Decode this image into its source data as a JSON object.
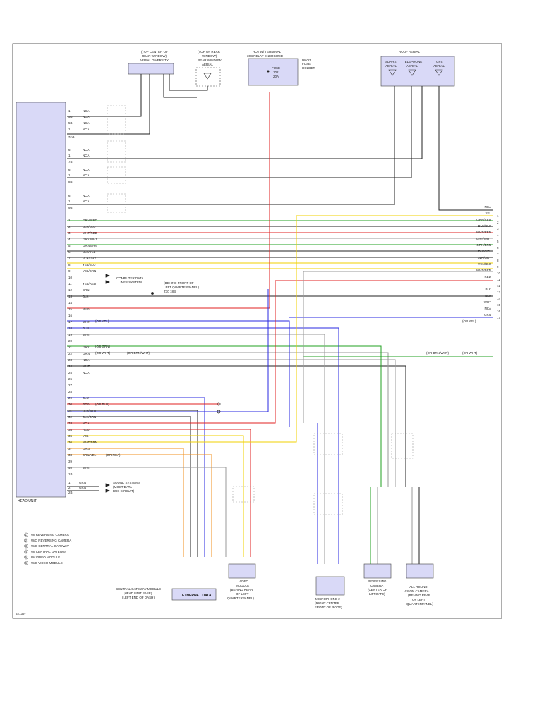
{
  "diagram_id": "621397",
  "head_unit": {
    "label": "HEAD UNIT"
  },
  "top_components": {
    "antenna_diversity": {
      "label1": "(TOP CENTER OF",
      "label2": "REAR WINDOW)",
      "label3": "AERIAL DIVERSITY"
    },
    "rear_window_aerial": {
      "label1": "(TOP OF REAR",
      "label2": "WINDOW)",
      "label3": "REAR WINDOW",
      "label4": "AERIAL"
    },
    "fuse": {
      "label1": "HOT W/ TERMINAL",
      "label2": "30B RELAY ENERGIZED",
      "fuse_label": "FUSE",
      "fuse_num": "102",
      "fuse_amp": "20A",
      "holder1": "REAR",
      "holder2": "FUSE",
      "holder3": "HOLDER"
    },
    "roof_aerial": {
      "label": "ROOF AERIAL",
      "sdars1": "SDARS",
      "sdars2": "AERIAL",
      "tel1": "TELEPHONE",
      "tel2": "AERIAL",
      "gps1": "GPS",
      "gps2": "AERIAL"
    }
  },
  "hu_upper_rows": [
    {
      "pin": "5B",
      "wire": "NCA"
    },
    {
      "pin": "1",
      "wire": "NCA"
    },
    {
      "pin": "5B",
      "wire": "NCA"
    },
    {
      "pin": "1",
      "wire": "NCA"
    },
    {
      "pin": "7AB",
      "wire": ""
    },
    {
      "pin": "6",
      "wire": "NCA"
    },
    {
      "pin": "1",
      "wire": "NCA"
    },
    {
      "pin": "7B",
      "wire": ""
    },
    {
      "pin": "6",
      "wire": "NCA"
    },
    {
      "pin": "1",
      "wire": "NCA"
    },
    {
      "pin": "8B",
      "wire": ""
    },
    {
      "pin": "6",
      "wire": "NCA"
    },
    {
      "pin": "1",
      "wire": "NCA"
    },
    {
      "pin": "9B",
      "wire": ""
    }
  ],
  "hu_rows": [
    {
      "pin": "1",
      "wire": "GRN/RED"
    },
    {
      "pin": "2",
      "wire": "BLK/BLU"
    },
    {
      "pin": "3",
      "wire": "WHT/RED"
    },
    {
      "pin": "4",
      "wire": "GRY/WHT"
    },
    {
      "pin": "5",
      "wire": "GRN/BRN"
    },
    {
      "pin": "6",
      "wire": "BLK/YEL"
    },
    {
      "pin": "7",
      "wire": "BLK/GRY"
    },
    {
      "pin": "8",
      "wire": "YEL/BLU"
    },
    {
      "pin": "9",
      "wire": "YEL/BRN"
    },
    {
      "pin": "10",
      "wire": ""
    },
    {
      "pin": "11",
      "wire": "YEL/RED"
    },
    {
      "pin": "12",
      "wire": "BRN"
    },
    {
      "pin": "13",
      "wire": "BLK"
    },
    {
      "pin": "14",
      "wire": ""
    },
    {
      "pin": "15",
      "wire": "RED"
    },
    {
      "pin": "16",
      "wire": ""
    },
    {
      "pin": "17",
      "wire": "WHT"
    },
    {
      "pin": "18",
      "wire": "BLU"
    },
    {
      "pin": "19",
      "wire": "WHT"
    },
    {
      "pin": "20",
      "wire": ""
    },
    {
      "pin": "21",
      "wire": "GRY"
    },
    {
      "pin": "22",
      "wire": "GRN"
    },
    {
      "pin": "23",
      "wire": "NCA"
    },
    {
      "pin": "24",
      "wire": "WHT"
    },
    {
      "pin": "25",
      "wire": "NCA"
    },
    {
      "pin": "26",
      "wire": ""
    },
    {
      "pin": "27",
      "wire": ""
    },
    {
      "pin": "28",
      "wire": ""
    },
    {
      "pin": "29",
      "wire": "BLU"
    },
    {
      "pin": "30",
      "wire": "RED"
    },
    {
      "pin": "31",
      "wire": "BLK/WHT"
    },
    {
      "pin": "32",
      "wire": "BLK/BRN"
    },
    {
      "pin": "33",
      "wire": "NCA"
    },
    {
      "pin": "34",
      "wire": "RED"
    },
    {
      "pin": "35",
      "wire": "YEL"
    },
    {
      "pin": "36",
      "wire": "WHT/BRN"
    },
    {
      "pin": "37",
      "wire": "ORG"
    },
    {
      "pin": "38",
      "wire": "BRN/YEL"
    },
    {
      "pin": "39",
      "wire": ""
    },
    {
      "pin": "40",
      "wire": "WHT"
    },
    {
      "pin": "1B",
      "wire": ""
    }
  ],
  "hu_bottom_rows": [
    {
      "pin": "1",
      "wire": "GRN"
    },
    {
      "pin": "2",
      "wire": "GRN"
    },
    {
      "pin": "2B",
      "wire": ""
    }
  ],
  "row_notes": {
    "r17": "(OR YEL)",
    "r21": "(OR GRN)",
    "r22a": "(OR WHT)",
    "r22b": "(OR BRN/WHT)",
    "r30": "(OR BLU)",
    "r38": "(OR NCA)"
  },
  "computer_data": {
    "line1": "COMPUTER DATA",
    "line2": "LINES SYSTEM"
  },
  "ground": {
    "line1": "(BEHIND FRONT OF",
    "line2": "LEFT QUARTERPANEL)",
    "line3": "Z10 18B"
  },
  "sound_systems": {
    "line1": "SOUND SYSTEMS",
    "line2": "(MOST DATA",
    "line3": "BUS CIRCUIT)"
  },
  "right_side": [
    {
      "num": "",
      "wire": "NCA"
    },
    {
      "num": "1",
      "wire": "YEL"
    },
    {
      "num": "2",
      "wire": "GRN/RED"
    },
    {
      "num": "3",
      "wire": "BLK/BLU"
    },
    {
      "num": "4",
      "wire": "WHT/RED"
    },
    {
      "num": "5",
      "wire": "GRY/WHT"
    },
    {
      "num": "6",
      "wire": "GRN/BRN"
    },
    {
      "num": "7",
      "wire": "BLK/YEL"
    },
    {
      "num": "8",
      "wire": "BLK/GRY"
    },
    {
      "num": "9",
      "wire": "YEL/BLU"
    },
    {
      "num": "10",
      "wire": "WHT/BRN"
    },
    {
      "num": "11",
      "wire": "RED"
    },
    {
      "num": "12",
      "wire": ""
    },
    {
      "num": "13",
      "wire": "BLK"
    },
    {
      "num": "14",
      "wire": "BLU"
    },
    {
      "num": "15",
      "wire": "WHT"
    },
    {
      "num": "16",
      "wire": "NCA"
    },
    {
      "num": "17",
      "wire": "GRN"
    }
  ],
  "right_notes": {
    "or_yel": "(OR YEL)",
    "or_brn_wht": "(OR BRN/WHT)",
    "or_wht": "(OR WHT)"
  },
  "legend": [
    {
      "num": "1",
      "text": "W/ REVERSING CAMERA"
    },
    {
      "num": "2",
      "text": "W/O REVERSING CAMERA"
    },
    {
      "num": "3",
      "text": "W/O CENTRAL GATEWAY"
    },
    {
      "num": "4",
      "text": "W/ CENTRAL GATEWAY"
    },
    {
      "num": "5",
      "text": "W/ VIDEO MODULE"
    },
    {
      "num": "6",
      "text": "W/O VIDEO MODULE"
    }
  ],
  "bottom_modules": {
    "gateway": {
      "label1": "CENTRAL GATEWAY MODULE",
      "label2": "(HEAD UNIT BASE)",
      "label3": "(LEFT END OF DASH)",
      "inner": "ETHERNET DATA"
    },
    "video": {
      "label1": "VIDEO",
      "label2": "MODULE",
      "label3": "(BEHIND REAR",
      "label4": "OF LEFT",
      "label5": "QUARTERPANEL)"
    },
    "microphone": {
      "label1": "MICROPHONE 2",
      "label2": "(RIGHT CENTER",
      "label3": "FRONT OF ROOF)"
    },
    "reversing": {
      "label1": "REVERSING",
      "label2": "CAMERA",
      "label3": "(CENTER OF",
      "label4": "LIFTGATE)"
    },
    "allround": {
      "label1": "ALL ROUND",
      "label2": "VISION CAMERA",
      "label3": "(BEHIND REAR",
      "label4": "OF LEFT",
      "label5": "QUARTERPANEL)"
    }
  },
  "wire_colors": {
    "red": "#e02020",
    "yellow": "#f0d000",
    "blue": "#2a2ae0",
    "green": "#20a020",
    "orange": "#f09020",
    "black": "#222222",
    "gray": "#9a9a9a",
    "box": "#d9d9f7"
  }
}
